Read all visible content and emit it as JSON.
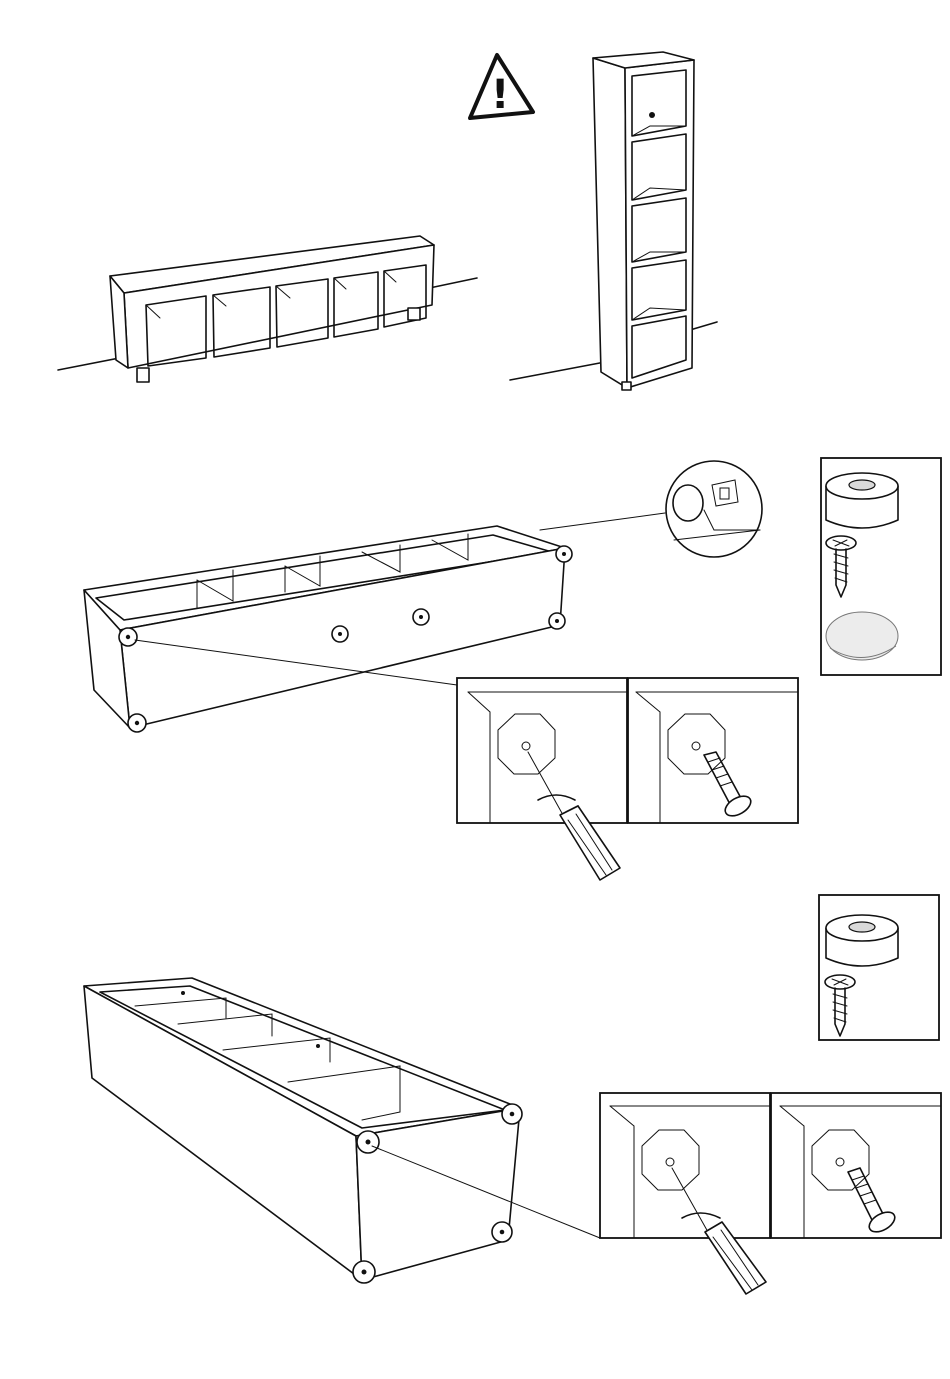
{
  "warning": {
    "icon": "warning-triangle-icon",
    "symbol": "!"
  },
  "steps": [
    {
      "id": "orientation-overview",
      "views": [
        "horizontal-shelf",
        "vertical-shelf"
      ]
    },
    {
      "id": "attach-feet-horizontal",
      "parts": [
        "foot-pad",
        "screw",
        "cap"
      ]
    },
    {
      "id": "attach-feet-vertical",
      "parts": [
        "foot-pad",
        "screw"
      ]
    }
  ],
  "colors": {
    "line": "#111111",
    "paper": "#ffffff",
    "shade": "#d9d9d9"
  }
}
